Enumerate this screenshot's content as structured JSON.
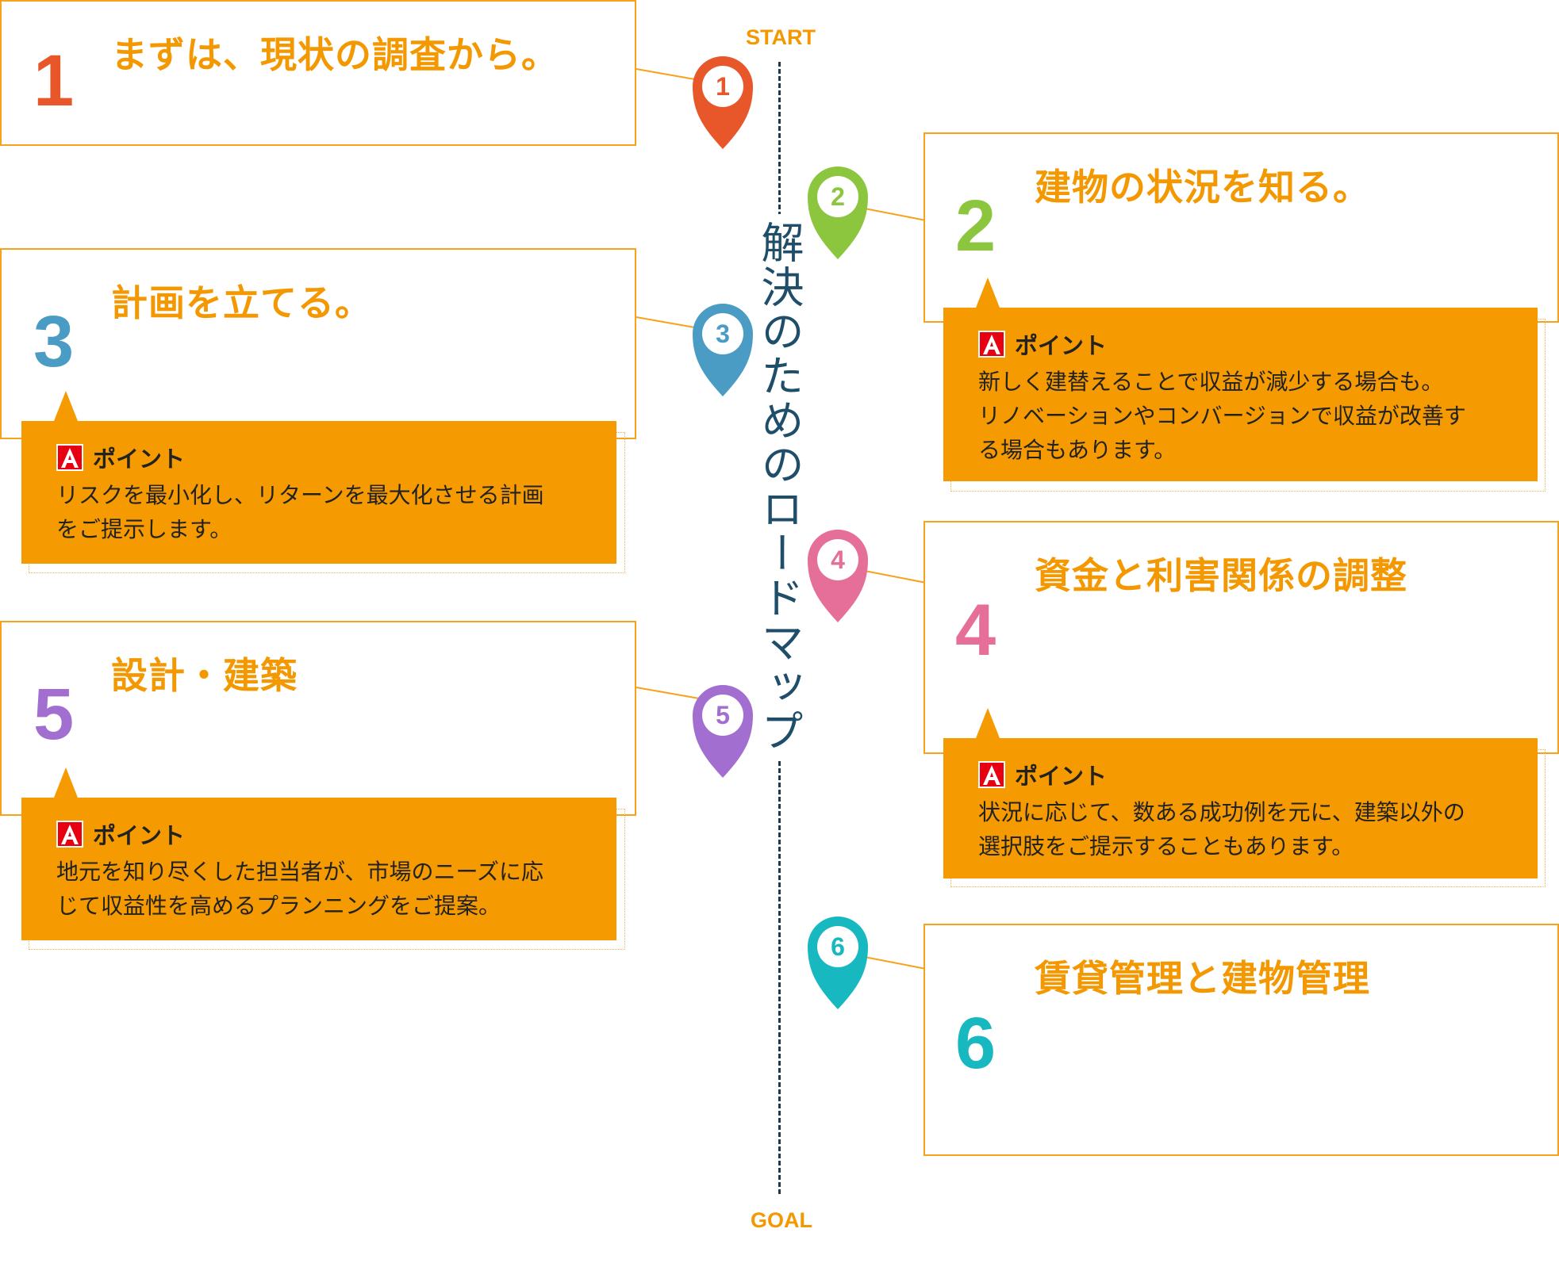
{
  "roadmap": {
    "title": "解決のためのロードマップ",
    "start_label": "START",
    "goal_label": "GOAL"
  },
  "steps": [
    {
      "number": "1",
      "title": "まずは、現状の調査から。",
      "color": "#e8572a"
    },
    {
      "number": "2",
      "title": "建物の状況を知る。",
      "color": "#8cc63f"
    },
    {
      "number": "3",
      "title": "計画を立てる。",
      "color": "#4a9cc4"
    },
    {
      "number": "4",
      "title": "資金と利害関係の調整",
      "color": "#e56f98"
    },
    {
      "number": "5",
      "title": "設計・建築",
      "color": "#a26fd0"
    },
    {
      "number": "6",
      "title": "賃貸管理と建物管理",
      "color": "#17b8c0"
    }
  ],
  "points": {
    "label": "ポイント",
    "step2": "新しく建替えることで収益が減少する場合も。\nリノベーションやコンバージョンで収益が改善す\nる場合もあります。",
    "step3": "リスクを最小化し、リターンを最大化させる計画\nをご提示します。",
    "step4": "状況に応じて、数ある成功例を元に、建築以外の\n選択肢をご提示することもあります。",
    "step5": "地元を知り尽くした担当者が、市場のニーズに応\nじて収益性を高めるプランニングをご提案。"
  },
  "icons": {
    "pin": "map-pin-icon",
    "point_badge": "letter-a-badge-icon"
  },
  "colors": {
    "accent": "#f39800",
    "box_border": "#f6a21b",
    "point_bg": "#f59a00",
    "timeline": "#1d3a52",
    "badge_red": "#e60012"
  }
}
